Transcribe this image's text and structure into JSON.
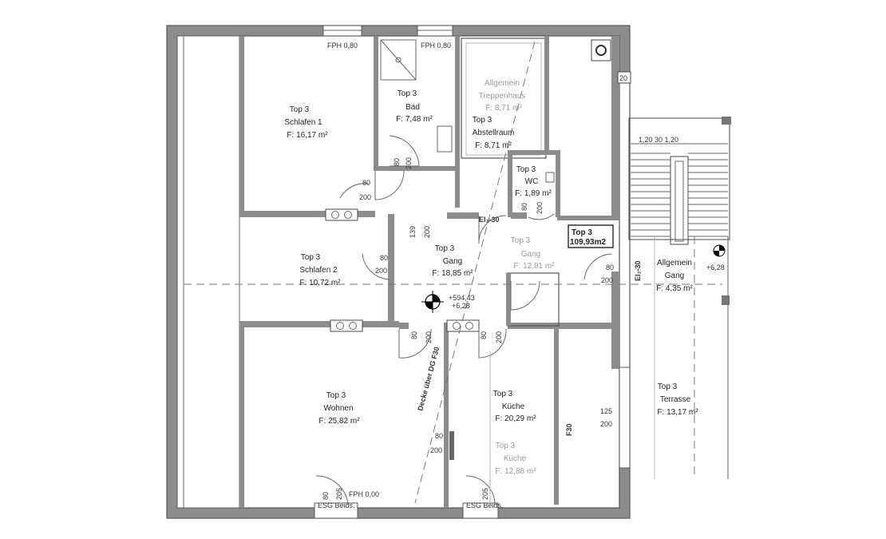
{
  "rooms": {
    "schlafen1": {
      "title": "Top 3",
      "name": "Schlafen 1",
      "area": "F: 16,17 m²"
    },
    "bad": {
      "title": "Top 3",
      "name": "Bad",
      "area": "F: 7,48 m²"
    },
    "treppenhaus": {
      "title": "Allgemein",
      "name": "Treppenhaus",
      "area": "F: 8,71 m²"
    },
    "abstellraum": {
      "title": "Top 3",
      "name": "Abstellraum",
      "area": "F: 8,71 m²"
    },
    "wc": {
      "title": "Top 3",
      "name": "WC",
      "area": "F: 1,89 m²"
    },
    "schlafen2": {
      "title": "Top 3",
      "name": "Schlafen 2",
      "area": "F: 10,72 m²"
    },
    "gang": {
      "title": "Top 3",
      "name": "Gang",
      "area": "F: 18,85 m²"
    },
    "gang_old": {
      "title": "Top 3",
      "name": "Gang",
      "area": "F: 12,81 m²"
    },
    "allg_gang": {
      "title": "Allgemein",
      "name": "Gang",
      "area": "F: 4,35 m²"
    },
    "wohnen": {
      "title": "Top 3",
      "name": "Wohnen",
      "area": "F: 25,82 m²"
    },
    "kueche": {
      "title": "Top 3",
      "name": "Küche",
      "area": "F: 20,29 m²"
    },
    "kueche_old": {
      "title": "Top 3",
      "name": "Küche",
      "area": "F: 12,88 m²"
    },
    "terrasse": {
      "title": "Top 3",
      "name": "Terrasse",
      "area": "F: 13,17 m²"
    }
  },
  "unit_box": {
    "title": "Top 3",
    "total": "109,93m2"
  },
  "windows": {
    "fph1": "FPH 0,80",
    "fph2": "FPH 0,80",
    "fph3": "FPH 0,00",
    "esg1": "ESG Beids.",
    "esg2": "ESG Beids."
  },
  "annotations": {
    "ei30a": "EI₂-30",
    "ei30b": "EI₂-30",
    "f30": "F30",
    "decke": "Decke über DG F30",
    "level1": "+594,43",
    "level2": "+6,28",
    "level3": "+6,28",
    "stair_dim": "1,20  30  1,20",
    "stair_count": "20"
  },
  "door_dims": {
    "d80": "80",
    "d200": "200",
    "d139": "139",
    "d125": "125",
    "d205": "205"
  },
  "colors": {
    "wall_fill": "#8c8c8c",
    "outline": "#555555",
    "ghost_text": "#9a9a9a"
  }
}
